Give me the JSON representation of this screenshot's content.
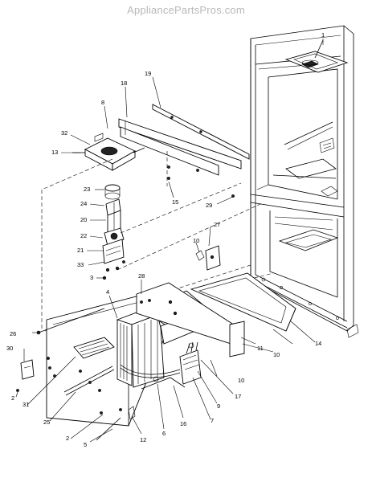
{
  "watermark": "AppliancePartsPros.com",
  "callouts": {
    "c1": "1",
    "c2a": "2",
    "c2b": "2",
    "c3": "3",
    "c4": "4",
    "c5": "5",
    "c6": "6",
    "c7": "7",
    "c8": "8",
    "c9": "9",
    "c10a": "10",
    "c10b": "10",
    "c10c": "10",
    "c11": "11",
    "c12": "12",
    "c13": "13",
    "c14": "14",
    "c15": "15",
    "c16": "16",
    "c17": "17",
    "c18": "18",
    "c19": "19",
    "c20": "20",
    "c21": "21",
    "c22": "22",
    "c23": "23",
    "c24": "24",
    "c25": "25",
    "c26": "26",
    "c27": "27",
    "c28": "28",
    "c29": "29",
    "c30": "30",
    "c31": "31",
    "c32": "32",
    "c33": "33"
  }
}
